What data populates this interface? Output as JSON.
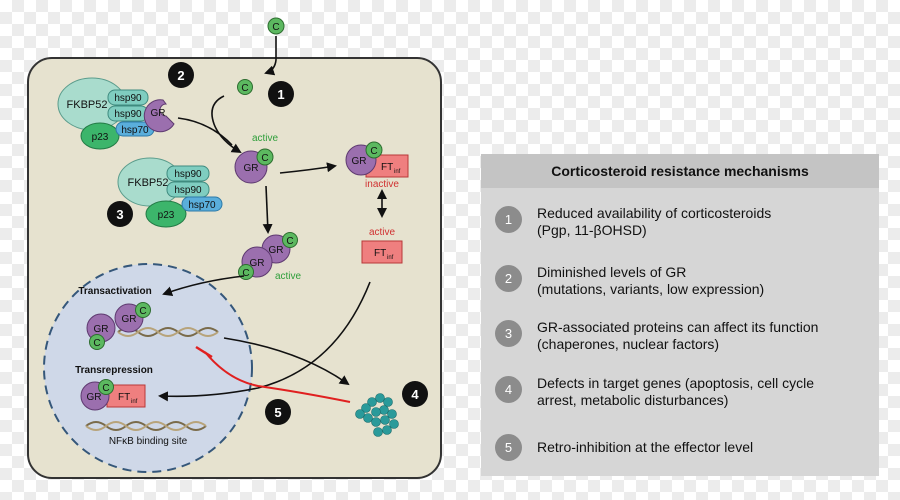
{
  "ligand": "C",
  "labels": {
    "fkbp52": "FKBP52",
    "hsp90": "hsp90",
    "hsp70": "hsp70",
    "p23": "p23",
    "gr": "GR",
    "ft_main": "FT",
    "ft_sub": "inf",
    "active": "active",
    "inactive": "inactive",
    "transactivation": "Transactivation",
    "transrepression": "Transrepression",
    "nfkb_site": "NFκB binding site"
  },
  "step_markers": [
    "1",
    "2",
    "3",
    "4",
    "5"
  ],
  "colors": {
    "cell_fill": "#e6e2cf",
    "nucleus_fill": "#cfd8e8",
    "gr_purple": "#9b6fae",
    "ligand_green": "#5cb860",
    "fkbp_teal": "#a9dccd",
    "hsp90_teal": "#7fcdc0",
    "hsp70_blue": "#5aaedb",
    "p23_green": "#3cb56b",
    "ft_red": "#ef7f7f",
    "inhibit_red": "#e02020",
    "protein_teal": "#2a9a9a",
    "panel_bg": "#d6d6d6",
    "panel_header": "#c4c4c4",
    "badge_gray": "#8c8c8c"
  },
  "panel": {
    "title": "Corticosteroid resistance mechanisms",
    "items": [
      {
        "num": "1",
        "line1": "Reduced availability of corticosteroids",
        "line2": "(Pgp, 11-βOHSD)"
      },
      {
        "num": "2",
        "line1": "Diminished levels of GR",
        "line2": "(mutations, variants, low expression)"
      },
      {
        "num": "3",
        "line1": "GR-associated proteins can affect its function",
        "line2": "(chaperones, nuclear factors)"
      },
      {
        "num": "4",
        "line1": "Defects in target genes (apoptosis, cell cycle",
        "line2": "arrest, metabolic disturbances)"
      },
      {
        "num": "5",
        "line1": "Retro-inhibition at the effector level",
        "line2": ""
      }
    ]
  }
}
